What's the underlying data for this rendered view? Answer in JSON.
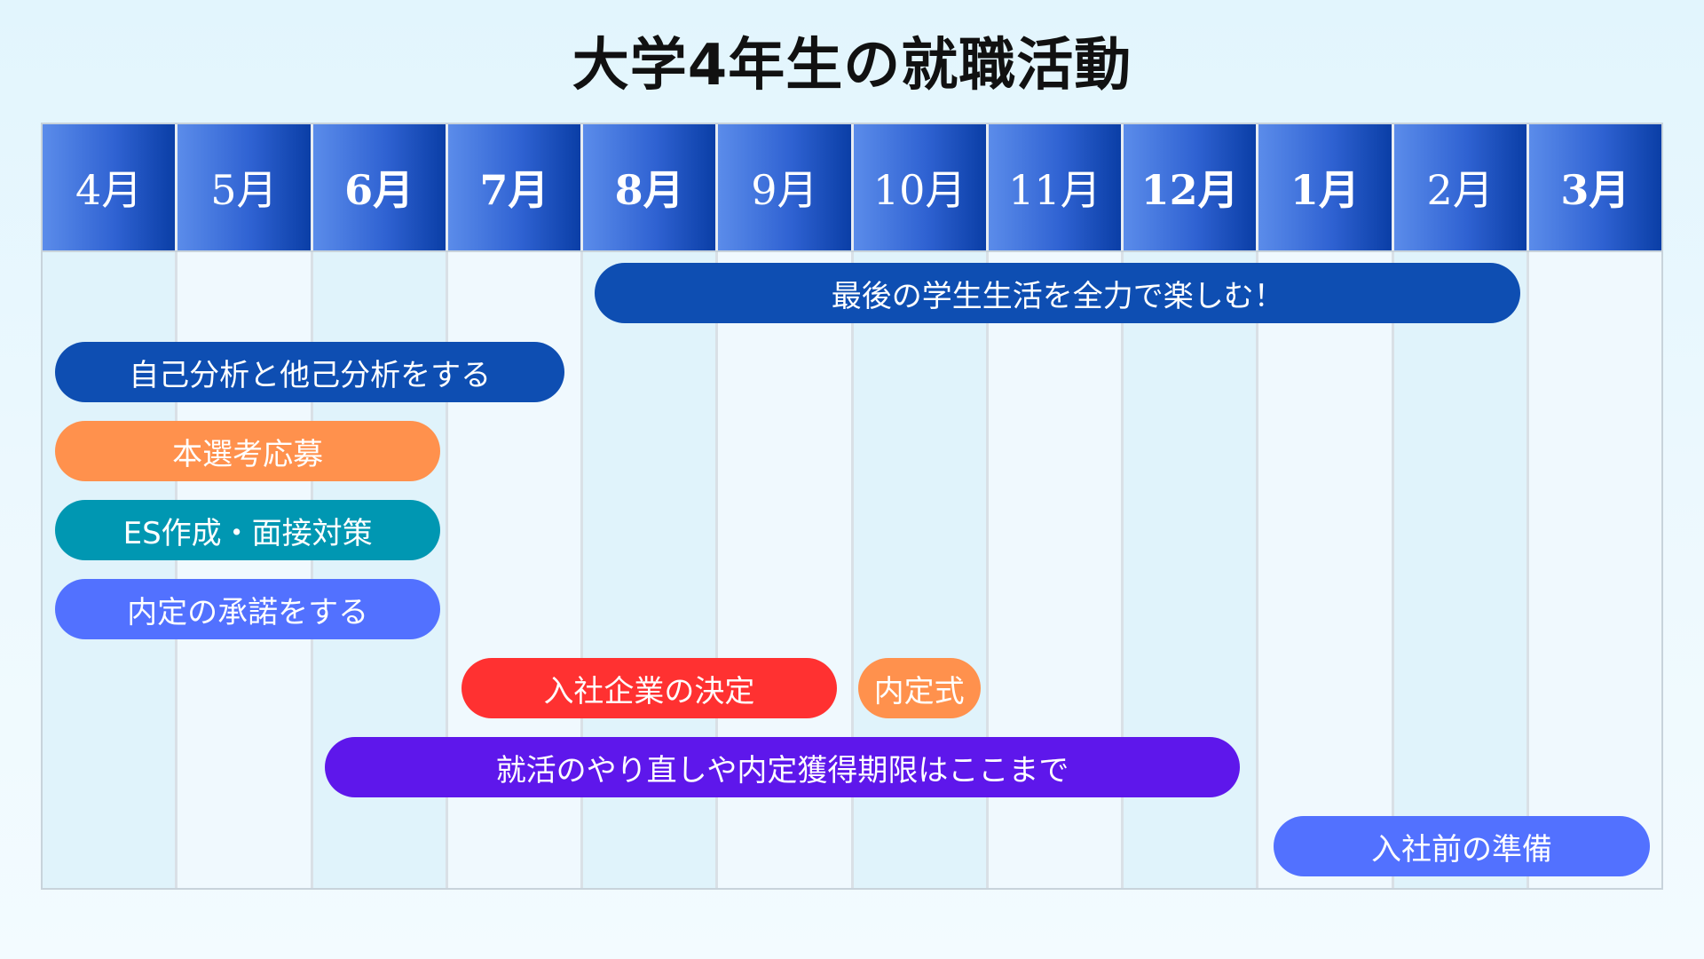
{
  "title": "大学4年生の就職活動",
  "months": [
    {
      "label": "4月",
      "bold": false
    },
    {
      "label": "5月",
      "bold": false
    },
    {
      "label": "6月",
      "bold": true
    },
    {
      "label": "7月",
      "bold": true
    },
    {
      "label": "8月",
      "bold": true
    },
    {
      "label": "9月",
      "bold": false
    },
    {
      "label": "10月",
      "bold": false
    },
    {
      "label": "11月",
      "bold": false
    },
    {
      "label": "12月",
      "bold": true
    },
    {
      "label": "1月",
      "bold": true
    },
    {
      "label": "2月",
      "bold": false
    },
    {
      "label": "3月",
      "bold": true
    }
  ],
  "tasks": [
    {
      "label": "最後の学生生活を全力で楽しむ！",
      "start_month": "8月",
      "end_month": "2月",
      "color": "#0e4eb2"
    },
    {
      "label": "自己分析と他己分析をする",
      "start_month": "4月",
      "end_month": "7月",
      "color": "#0e4eb2"
    },
    {
      "label": "本選考応募",
      "start_month": "4月",
      "end_month": "6月",
      "color": "#ff914d"
    },
    {
      "label": "ES作成・面接対策",
      "start_month": "4月",
      "end_month": "6月",
      "color": "#0097b2"
    },
    {
      "label": "内定の承諾をする",
      "start_month": "4月",
      "end_month": "6月",
      "color": "#5271ff"
    },
    {
      "label": "入社企業の決定",
      "start_month": "7月",
      "end_month": "9月",
      "color": "#ff3131"
    },
    {
      "label": "内定式",
      "start_month": "10月",
      "end_month": "10月",
      "color": "#ff914d"
    },
    {
      "label": "就活のやり直しや内定獲得期限はここまで",
      "start_month": "6月",
      "end_month": "12月",
      "color": "#5e17eb"
    },
    {
      "label": "入社前の準備",
      "start_month": "1月",
      "end_month": "3月",
      "color": "#5271ff"
    }
  ]
}
